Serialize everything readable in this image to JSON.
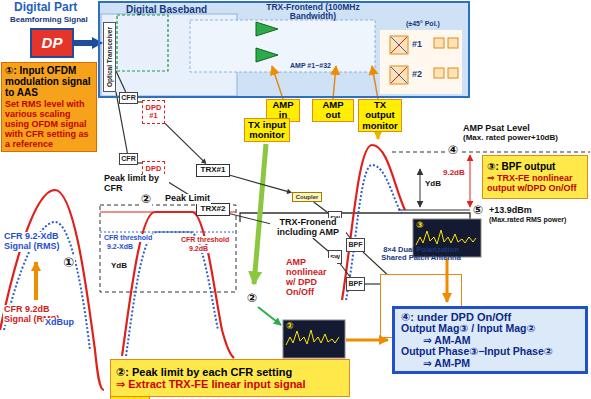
{
  "diagram": {
    "nodes": [
      {
        "text": [
          "DP"
        ]
      },
      {
        "text": [
          "Digital Baseband",
          "TRX-Frontend (100MHz Bandwidth)"
        ]
      },
      {
        "text": [
          "Optical Transceiver"
        ],
        "in": 1
      },
      {
        "text": [
          "CFR"
        ],
        "in": 1
      },
      {
        "text": [
          "DPD #1"
        ],
        "in": 1
      },
      {
        "text": [
          "CFR"
        ],
        "in": 1
      },
      {
        "text": [
          "DPD #2"
        ],
        "in": 1
      },
      {
        "text": [
          "TRX#1"
        ],
        "in": 1
      },
      {
        "text": [
          "TRX#2"
        ],
        "in": 1
      },
      {
        "text": [
          "Coupler"
        ],
        "in": 1
      },
      {
        "text": [
          "Coupler"
        ],
        "in": 1
      },
      {
        "text": [
          "SW"
        ],
        "in": 1
      },
      {
        "text": [
          "SW"
        ],
        "in": 1
      },
      {
        "text": [
          "BPF"
        ],
        "in": 1
      },
      {
        "text": [
          "BPF"
        ],
        "in": 1
      },
      {
        "text": [
          "8×4 Dual Polarization Shared Patch Antenna"
        ],
        "in": 1
      },
      {
        "text": [
          "AAS"
        ],
        "in": 1
      },
      {
        "text": [
          "①: Input OFDM modulation signal to AAS",
          "Set RMS level with various scaling using OFDM signal with CFR setting as a reference"
        ]
      },
      {
        "text": [
          "AMP in"
        ]
      },
      {
        "text": [
          "AMP out"
        ]
      },
      {
        "text": [
          "TX output monitor"
        ]
      },
      {
        "text": [
          "TX input monitor"
        ]
      },
      {
        "text": [
          "③: BPF output",
          "⇒ TRX-FE nonlinear output w/DPD On/Off"
        ]
      },
      {
        "text": [
          "④: under DPD On/Off",
          "Output Mag③ / Input Mag②",
          "⇒ AM-AM",
          "Output Phase③−Input Phase②",
          "⇒ AM-PM"
        ]
      },
      {
        "text": [
          "②: Peak limit by each CFR setting",
          "⇒ Extract TRX-FE linear input signal"
        ]
      }
    ],
    "edges": [
      {
        "from": 0,
        "to": 2,
        "arrow": "to"
      },
      {
        "from": 2,
        "to": 3,
        "arrow": "none"
      },
      {
        "from": 2,
        "to": 5,
        "arrow": "none"
      },
      {
        "from": 3,
        "to": 4,
        "arrow": "none"
      },
      {
        "from": 5,
        "to": 6,
        "arrow": "none"
      },
      {
        "from": 4,
        "to": 7,
        "arrow": "to"
      },
      {
        "from": 6,
        "to": 8,
        "arrow": "to"
      },
      {
        "from": 7,
        "to": 9,
        "arrow": "to"
      },
      {
        "from": 8,
        "to": 10,
        "arrow": "to"
      },
      {
        "from": 9,
        "to": 11,
        "arrow": "none"
      },
      {
        "from": 10,
        "to": 12,
        "arrow": "none"
      },
      {
        "from": 11,
        "to": 13,
        "arrow": "none"
      },
      {
        "from": 12,
        "to": 14,
        "arrow": "none"
      },
      {
        "from": 13,
        "to": 15,
        "arrow": "none"
      },
      {
        "from": 14,
        "to": 15,
        "arrow": "none"
      }
    ],
    "labels": [
      "Digital Part",
      "Beamforming Signal",
      "AMP #1~#32",
      "(±45° Pol.)",
      "#1",
      "#2",
      "CFR 9.2-XdB Signal (RMS)",
      "CFR 9.2dB Signal (RMS)",
      "XdBup",
      "①",
      "Peak limit by CFR",
      "②",
      "Peak Limit",
      "CFR threshold",
      "9.2-XdB",
      "YdB",
      "CFR threshold",
      "9.2dB",
      "②",
      "TRX-Fronend including AMP",
      "AMP nonlinear w/ DPD On/Off",
      "AMP Psat Level",
      "(Max. rated power+10dB)",
      "④",
      "YdB",
      "9.2dB",
      "⑤",
      "+13.9dBm",
      "(Max.rated RMS power)",
      "③",
      "②"
    ]
  }
}
